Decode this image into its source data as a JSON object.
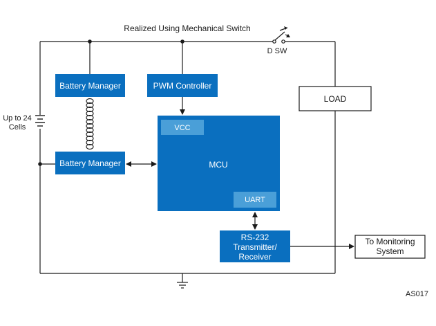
{
  "colors": {
    "block": "#0a6fbf",
    "sub_block": "#4a9fd8",
    "line": "#1a1a1a"
  },
  "labels": {
    "switch_title": "Realized Using Mechanical Switch",
    "switch_name": "D SW",
    "cells_line1": "Up to 24",
    "cells_line2": "Cells",
    "battery_manager_top": "Battery Manager",
    "battery_manager_bottom": "Battery Manager",
    "pwm_controller": "PWM Controller",
    "mcu": "MCU",
    "vcc": "VCC",
    "uart": "UART",
    "rs232_line1": "RS-232",
    "rs232_line2": "Transmitter/",
    "rs232_line3": "Receiver",
    "load": "LOAD",
    "monitor_line1": "To Monitoring",
    "monitor_line2": "System",
    "figure_id": "AS017"
  },
  "icons": [
    "battery-icon",
    "switch-icon",
    "ground-icon",
    "coil-link-icon"
  ]
}
